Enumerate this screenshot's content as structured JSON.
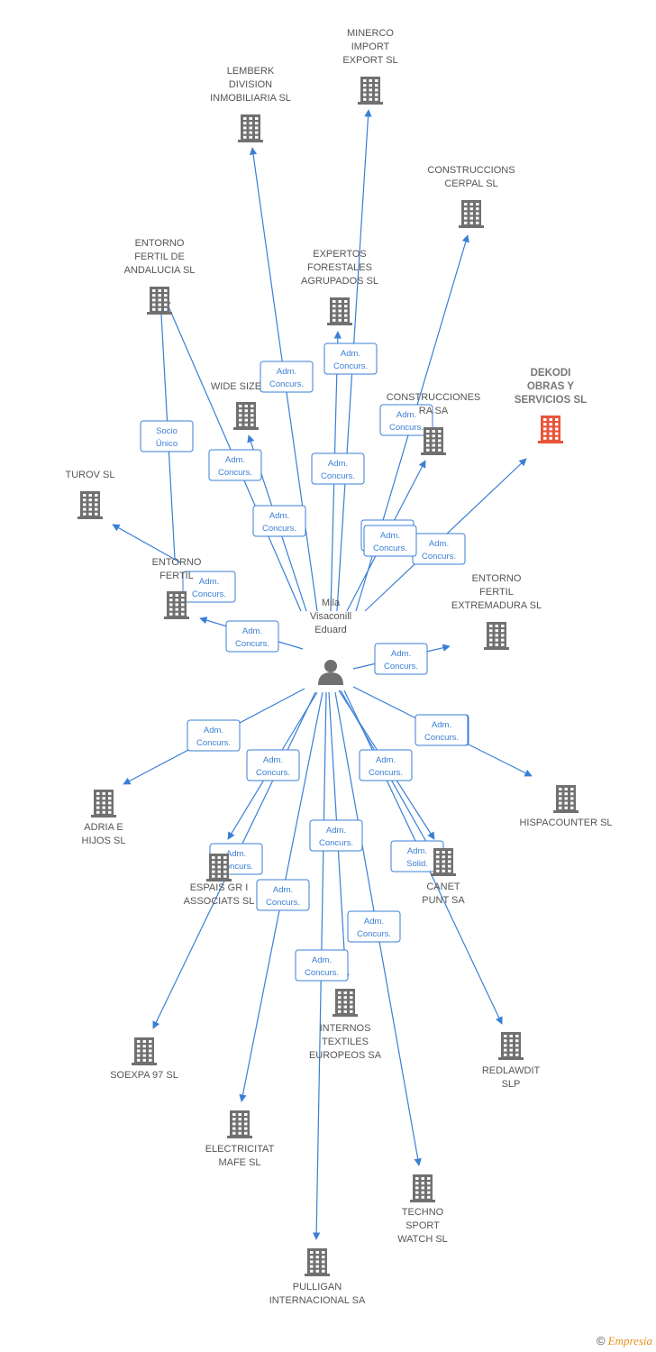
{
  "center": {
    "label": [
      "Mila",
      "Visaconill",
      "Eduard"
    ]
  },
  "colors": {
    "edge": "#3a7fd5",
    "node": "#707070",
    "highlight": "#e8553a",
    "center": "#707070"
  },
  "nodes": [
    {
      "id": "minerco",
      "label": [
        "MINERCO",
        "IMPORT",
        "EXPORT SL"
      ]
    },
    {
      "id": "lemberk",
      "label": [
        "LEMBERK",
        "DIVISION",
        "INMOBILIARIA SL"
      ]
    },
    {
      "id": "cerpal",
      "label": [
        "CONSTRUCCIONS",
        "CERPAL SL"
      ]
    },
    {
      "id": "entorno-andalucia",
      "label": [
        "ENTORNO",
        "FERTIL DE",
        "ANDALUCIA SL"
      ]
    },
    {
      "id": "expertos",
      "label": [
        "EXPERTOS",
        "FORESTALES",
        "AGRUPADOS SL"
      ]
    },
    {
      "id": "dekodi",
      "label": [
        "DEKODI",
        "OBRAS Y",
        "SERVICIOS SL"
      ],
      "highlight": true
    },
    {
      "id": "widesize",
      "label": [
        "WIDE SIZE"
      ]
    },
    {
      "id": "construcciones-ra",
      "label": [
        "CONSTRUCCIONES",
        "RA SA"
      ]
    },
    {
      "id": "turov",
      "label": [
        "TUROV SL"
      ]
    },
    {
      "id": "entorno-fertil",
      "label": [
        "ENTORNO",
        "FERTIL"
      ]
    },
    {
      "id": "entorno-extremadura",
      "label": [
        "ENTORNO",
        "FERTIL",
        "EXTREMADURA SL"
      ]
    },
    {
      "id": "hispacounter",
      "label": [
        "HISPACOUNTER SL"
      ]
    },
    {
      "id": "adria",
      "label": [
        "ADRIA E",
        "HIJOS SL"
      ]
    },
    {
      "id": "espais",
      "label": [
        "ESPAIS GR I",
        "ASSOCIATS SL"
      ]
    },
    {
      "id": "canet",
      "label": [
        "CANET",
        "PUNT SA"
      ]
    },
    {
      "id": "internos",
      "label": [
        "INTERNOS",
        "TEXTILES",
        "EUROPEOS SA"
      ]
    },
    {
      "id": "soexpa",
      "label": [
        "SOEXPA 97 SL"
      ]
    },
    {
      "id": "redlawdit",
      "label": [
        "REDLAWDIT",
        "SLP"
      ]
    },
    {
      "id": "electricitat",
      "label": [
        "ELECTRICITAT",
        "MAFE SL"
      ]
    },
    {
      "id": "techno",
      "label": [
        "TECHNO",
        "SPORT",
        "WATCH SL"
      ]
    },
    {
      "id": "pulligan",
      "label": [
        "PULLIGAN",
        "INTERNACIONAL SA"
      ]
    }
  ],
  "edges": [
    {
      "to": "minerco",
      "label": [
        "Adm.",
        "Concurs."
      ]
    },
    {
      "to": "lemberk",
      "label": [
        "Adm.",
        "Concurs."
      ]
    },
    {
      "to": "cerpal",
      "label": [
        "Adm.",
        "Concurs."
      ]
    },
    {
      "to": "entorno-andalucia",
      "label": [
        "Adm.",
        "Concurs."
      ]
    },
    {
      "to": "entorno-andalucia",
      "label": [
        "Socio",
        "Único"
      ]
    },
    {
      "to": "expertos",
      "label": [
        "Adm.",
        "Concurs."
      ]
    },
    {
      "to": "dekodi",
      "label": [
        "Adm.",
        "Concurs."
      ]
    },
    {
      "to": "widesize",
      "label": [
        "Adm.",
        "Concurs."
      ]
    },
    {
      "to": "construcciones-ra",
      "label": [
        "Adm.",
        "Concurs."
      ]
    },
    {
      "to": "turov",
      "label": [
        "Adm.",
        "Concurs."
      ]
    },
    {
      "to": "entorno-fertil",
      "label": [
        "Adm.",
        "Concurs."
      ]
    },
    {
      "to": "entorno-extremadura",
      "label": [
        "Adm.",
        "Concurs."
      ]
    },
    {
      "to": "hispacounter",
      "label": [
        "Adm.",
        "Concurs."
      ]
    },
    {
      "to": "adria",
      "label": [
        "Adm.",
        "Concurs."
      ]
    },
    {
      "to": "espais",
      "label": [
        "Adm.",
        "Concurs."
      ]
    },
    {
      "to": "canet",
      "label": [
        "Adm.",
        "Concurs."
      ]
    },
    {
      "to": "canet",
      "label": [
        "Adm.",
        "Solid."
      ]
    },
    {
      "to": "internos",
      "label": [
        "Adm.",
        "Concurs."
      ]
    },
    {
      "to": "soexpa",
      "label": [
        "Adm.",
        "Concurs."
      ]
    },
    {
      "to": "redlawdit",
      "label": [
        "Adm.",
        "Concurs."
      ]
    },
    {
      "to": "electricitat",
      "label": [
        "Adm.",
        "Concurs."
      ]
    },
    {
      "to": "techno",
      "label": [
        "Adm.",
        "Concurs."
      ]
    },
    {
      "to": "pulligan",
      "label": [
        "Adm.",
        "Concurs."
      ]
    },
    {
      "to": "cerpal",
      "label": [
        "Adm.",
        "Concurs."
      ]
    }
  ],
  "footer": {
    "copyright": "©",
    "brand": "Empresia"
  }
}
